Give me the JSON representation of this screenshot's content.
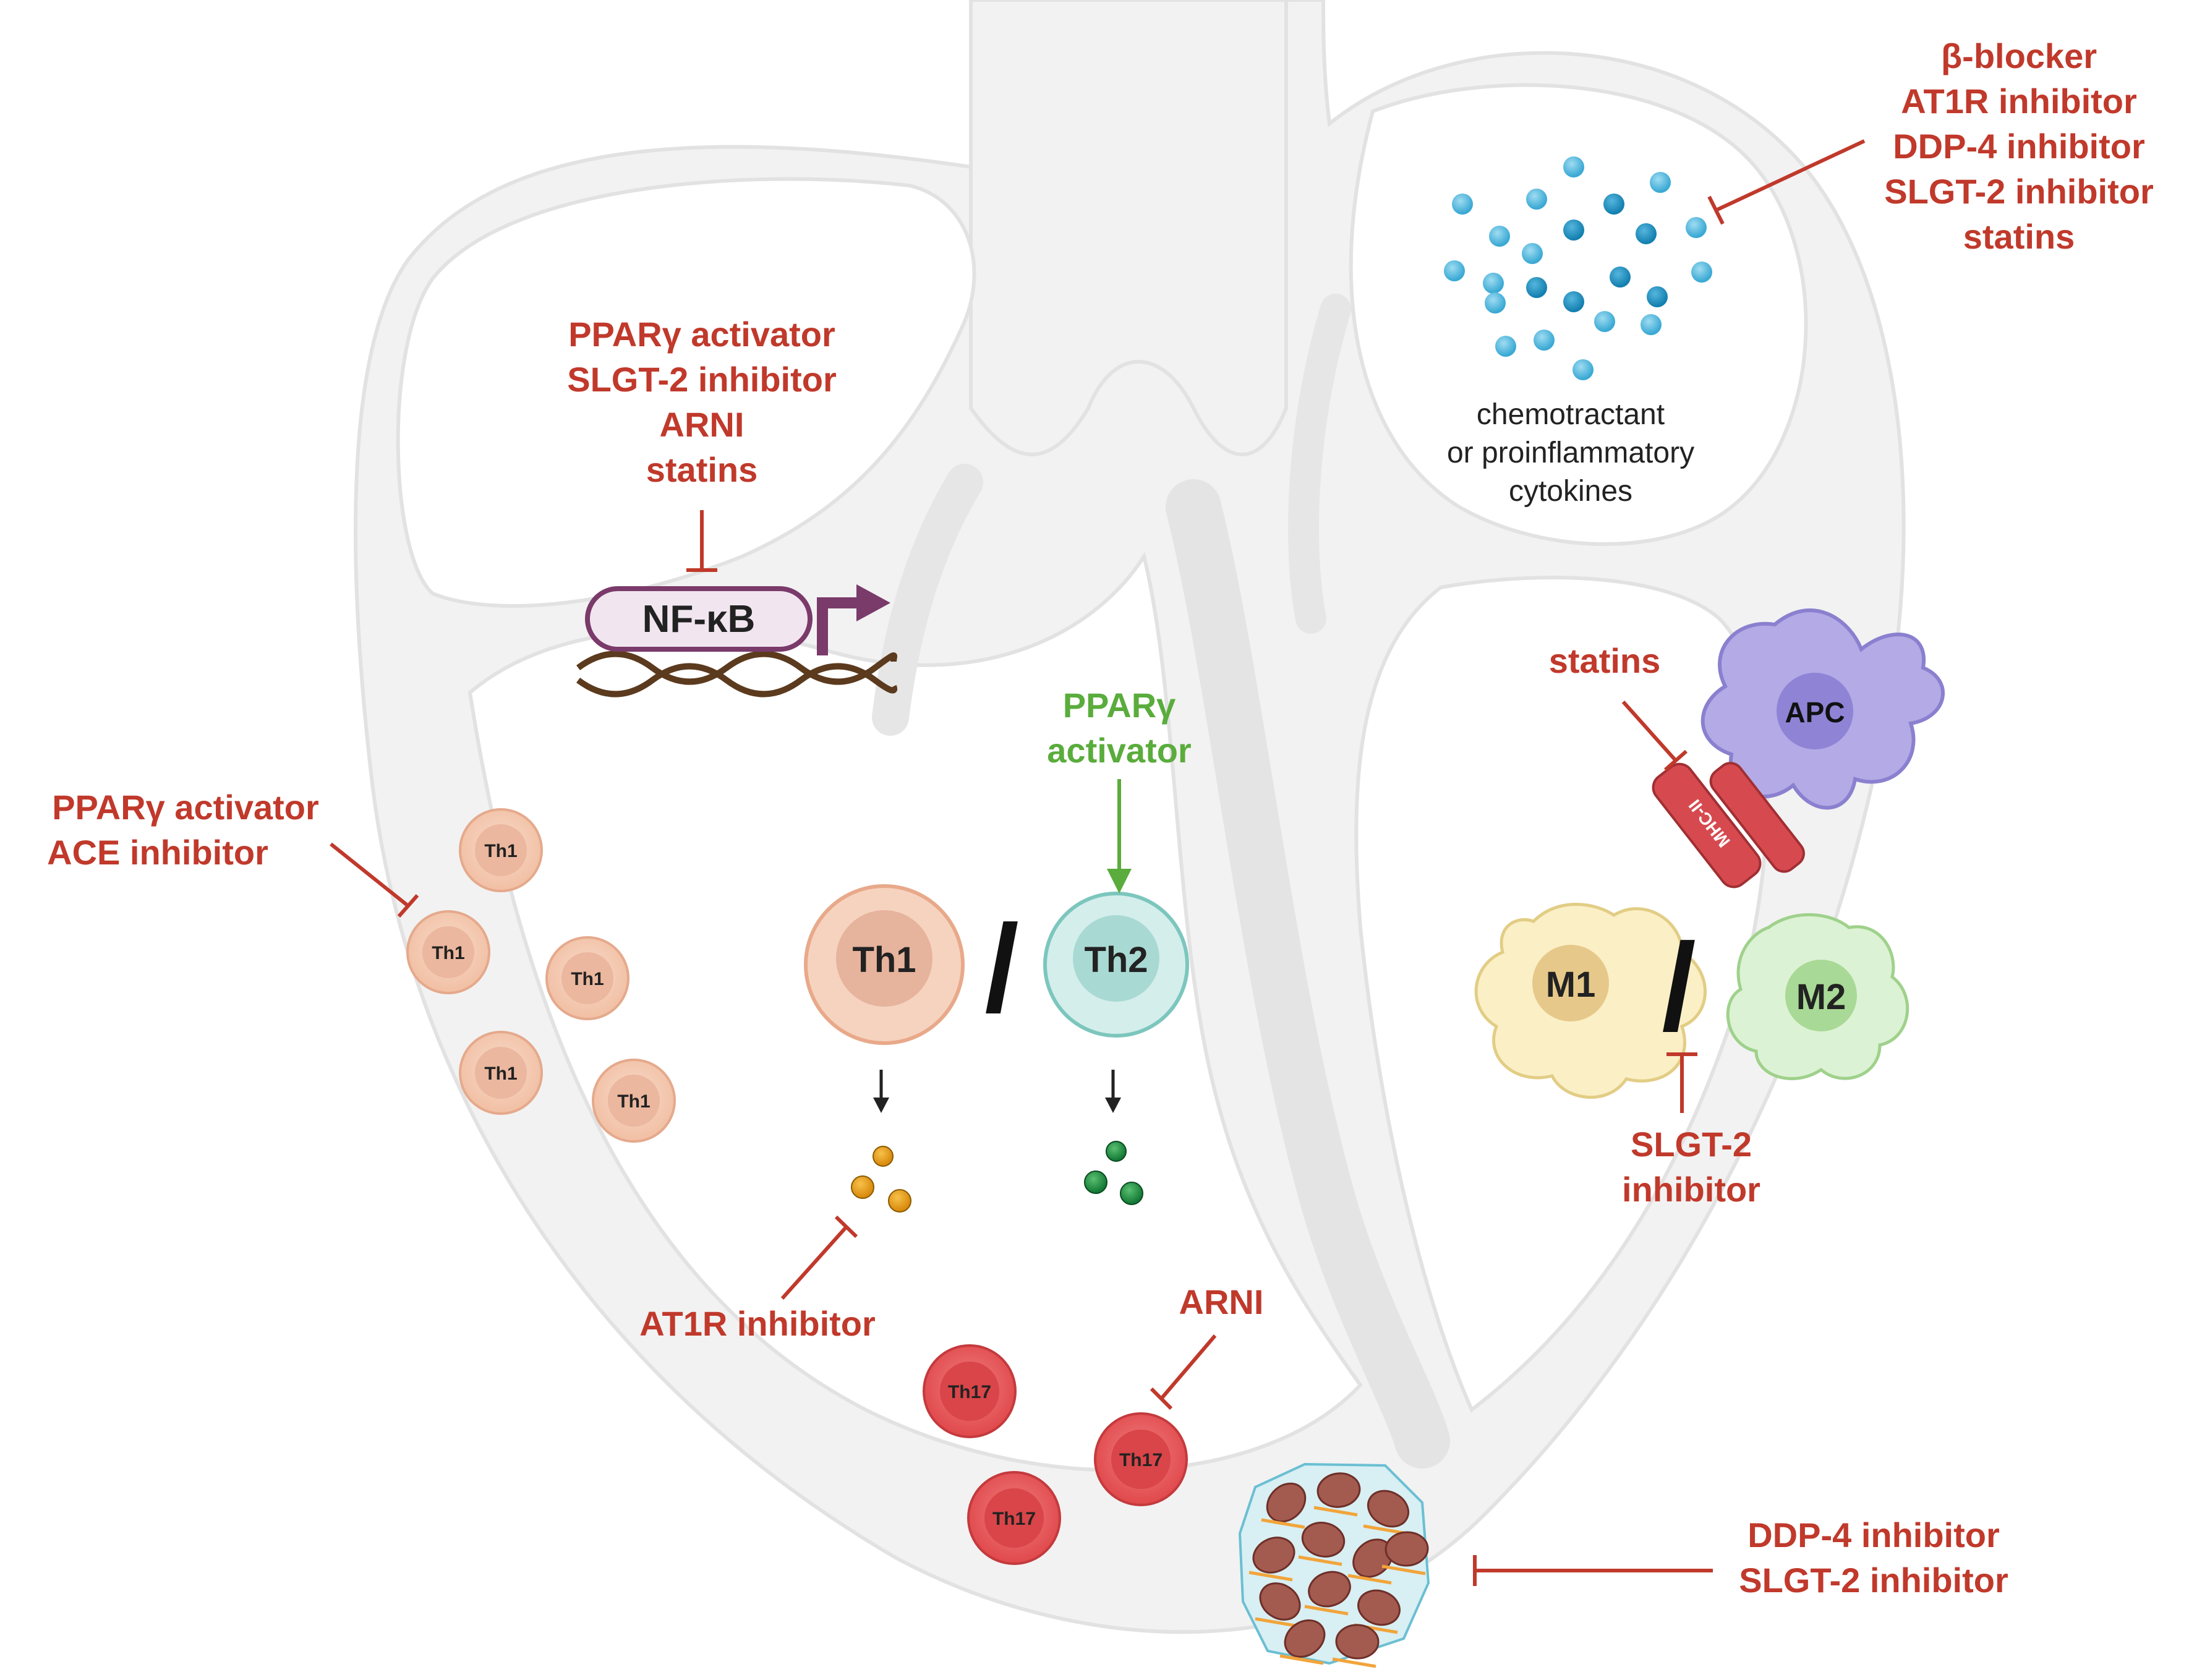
{
  "labels": {
    "nfkb_drugs": [
      "PPARγ activator",
      "SLGT-2 inhibitor",
      "ARNI",
      "statins"
    ],
    "cytokine_drugs": [
      "β-blocker",
      "AT1R inhibitor",
      "DDP-4 inhibitor",
      "SLGT-2 inhibitor",
      "statins"
    ],
    "cytokines": [
      "chemotractant",
      "or proinflammatory",
      "cytokines"
    ],
    "nfkb": "NF-κB",
    "th1_drugs": [
      "PPARγ activator",
      "ACE inhibitor"
    ],
    "th2_activator": [
      "PPARγ",
      "activator"
    ],
    "apc_drug": "statins",
    "apc": "APC",
    "mhc": "MHC-II",
    "th1": "Th1",
    "th2": "Th2",
    "th17": "Th17",
    "m1": "M1",
    "m2": "M2",
    "separator": "/",
    "m_drugs": [
      "SLGT-2",
      "inhibitor"
    ],
    "at1r": "AT1R inhibitor",
    "arni": "ARNI",
    "fibrosis_drugs": [
      "DDP-4 inhibitor",
      "SLGT-2 inhibitor"
    ]
  },
  "colors": {
    "inhibitor": "#c0392b",
    "activator": "#5aac3c",
    "heart": "#f0f0f0",
    "th1": "#f4c7ad",
    "th2": "#bfe3e0",
    "th17": "#e5585a",
    "m1": "#fbefc4",
    "m2": "#d7f0cf",
    "apc": "#a99ee0"
  }
}
